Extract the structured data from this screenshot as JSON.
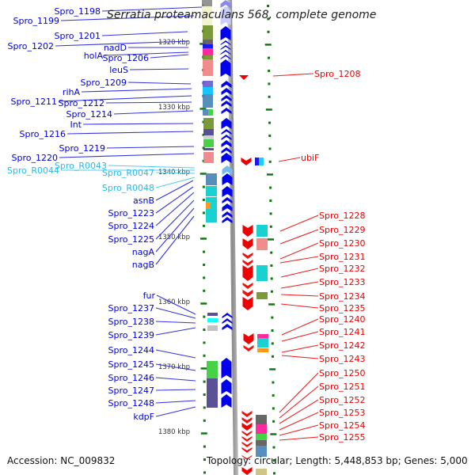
{
  "title": "Serratia proteamaculans 568, complete genome",
  "footer": {
    "accession": "Accession: NC_009832",
    "summary": "Topology: circular; Length: 5,448,853 bp; Genes: 5,000"
  },
  "scale": {
    "unit": "kbp",
    "ticks": [
      "1320 kbp",
      "1330 kbp",
      "1340 kbp",
      "1350 kbp",
      "1360 kbp",
      "1370 kbp",
      "1380 kbp"
    ]
  },
  "colors": {
    "forward_label": "#0000dd",
    "rna_label": "#22bbee",
    "reverse_label": "#ee0000",
    "forward_arrow": "#0000ee",
    "reverse_arrow": "#ee0000",
    "tick": "#117711",
    "backbone": "#9a9a9a"
  },
  "forward_genes": [
    {
      "name": "Spro_1198",
      "type": "cds"
    },
    {
      "name": "Spro_1199",
      "type": "cds"
    },
    {
      "name": "Spro_1201",
      "type": "cds"
    },
    {
      "name": "Spro_1202",
      "type": "cds"
    },
    {
      "name": "nadD",
      "type": "cds"
    },
    {
      "name": "holA",
      "type": "cds"
    },
    {
      "name": "Spro_1206",
      "type": "cds"
    },
    {
      "name": "leuS",
      "type": "cds"
    },
    {
      "name": "Spro_1209",
      "type": "cds"
    },
    {
      "name": "rihA",
      "type": "cds"
    },
    {
      "name": "Spro_1211",
      "type": "cds"
    },
    {
      "name": "Spro_1212",
      "type": "cds"
    },
    {
      "name": "Spro_1214",
      "type": "cds"
    },
    {
      "name": "Int",
      "type": "cds"
    },
    {
      "name": "Spro_1216",
      "type": "cds"
    },
    {
      "name": "Spro_1219",
      "type": "cds"
    },
    {
      "name": "Spro_1220",
      "type": "cds"
    },
    {
      "name": "Spro_R0043",
      "type": "rna"
    },
    {
      "name": "Spro_R0044",
      "type": "rna"
    },
    {
      "name": "Spro_R0047",
      "type": "rna"
    },
    {
      "name": "Spro_R0048",
      "type": "rna"
    },
    {
      "name": "asnB",
      "type": "cds"
    },
    {
      "name": "Spro_1223",
      "type": "cds"
    },
    {
      "name": "Spro_1224",
      "type": "cds"
    },
    {
      "name": "Spro_1225",
      "type": "cds"
    },
    {
      "name": "nagA",
      "type": "cds"
    },
    {
      "name": "nagB",
      "type": "cds"
    },
    {
      "name": "fur",
      "type": "cds"
    },
    {
      "name": "Spro_1237",
      "type": "cds"
    },
    {
      "name": "Spro_1238",
      "type": "cds"
    },
    {
      "name": "Spro_1239",
      "type": "cds"
    },
    {
      "name": "Spro_1244",
      "type": "cds"
    },
    {
      "name": "Spro_1245",
      "type": "cds"
    },
    {
      "name": "Spro_1246",
      "type": "cds"
    },
    {
      "name": "Spro_1247",
      "type": "cds"
    },
    {
      "name": "Spro_1248",
      "type": "cds"
    },
    {
      "name": "kdpF",
      "type": "cds"
    }
  ],
  "reverse_genes": [
    {
      "name": "Spro_1208"
    },
    {
      "name": "ubiF"
    },
    {
      "name": "Spro_1228"
    },
    {
      "name": "Spro_1229"
    },
    {
      "name": "Spro_1230"
    },
    {
      "name": "Spro_1231"
    },
    {
      "name": "Spro_1232"
    },
    {
      "name": "Spro_1233"
    },
    {
      "name": "Spro_1234"
    },
    {
      "name": "Spro_1235"
    },
    {
      "name": "Spro_1240"
    },
    {
      "name": "Spro_1241"
    },
    {
      "name": "Spro_1242"
    },
    {
      "name": "Spro_1243"
    },
    {
      "name": "Spro_1250"
    },
    {
      "name": "Spro_1251"
    },
    {
      "name": "Spro_1252"
    },
    {
      "name": "Spro_1253"
    },
    {
      "name": "Spro_1254"
    },
    {
      "name": "Spro_1255"
    }
  ]
}
